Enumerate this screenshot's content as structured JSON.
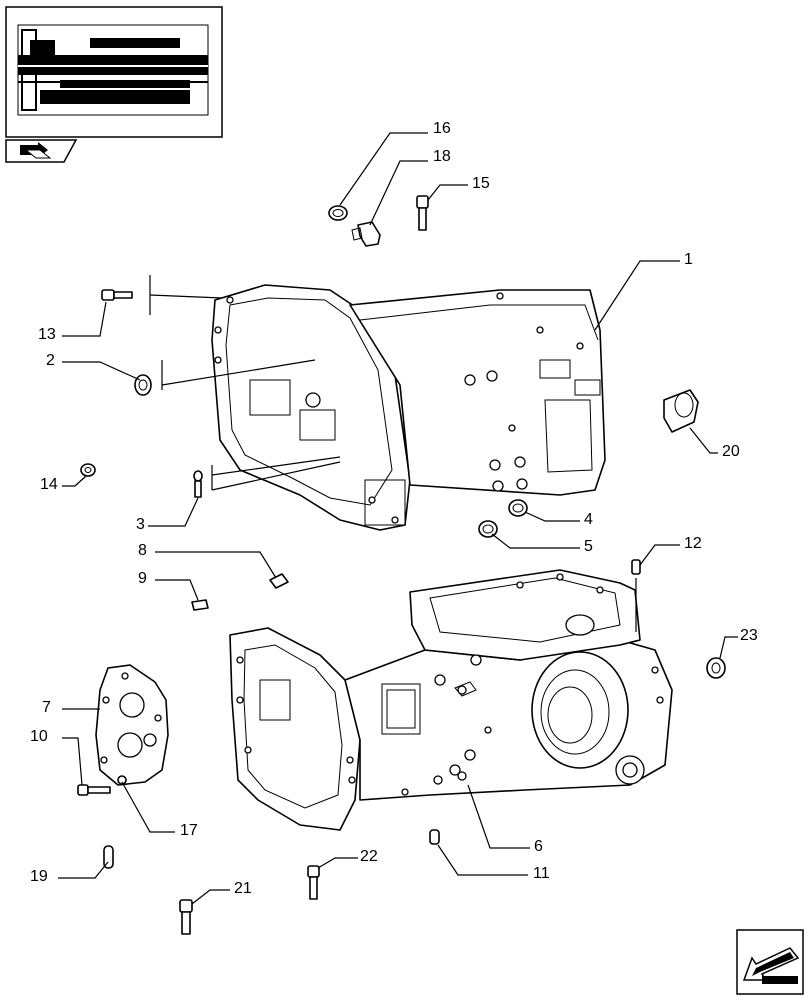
{
  "callouts": [
    {
      "id": "c16",
      "label": "16"
    },
    {
      "id": "c18",
      "label": "18"
    },
    {
      "id": "c15",
      "label": "15"
    },
    {
      "id": "c1",
      "label": "1"
    },
    {
      "id": "c13",
      "label": "13"
    },
    {
      "id": "c2",
      "label": "2"
    },
    {
      "id": "c20",
      "label": "20"
    },
    {
      "id": "c14",
      "label": "14"
    },
    {
      "id": "c3",
      "label": "3"
    },
    {
      "id": "c4",
      "label": "4"
    },
    {
      "id": "c5",
      "label": "5"
    },
    {
      "id": "c8",
      "label": "8"
    },
    {
      "id": "c12",
      "label": "12"
    },
    {
      "id": "c9",
      "label": "9"
    },
    {
      "id": "c23",
      "label": "23"
    },
    {
      "id": "c7",
      "label": "7"
    },
    {
      "id": "c10",
      "label": "10"
    },
    {
      "id": "c17",
      "label": "17"
    },
    {
      "id": "c6",
      "label": "6"
    },
    {
      "id": "c22",
      "label": "22"
    },
    {
      "id": "c11",
      "label": "11"
    },
    {
      "id": "c19",
      "label": "19"
    },
    {
      "id": "c21",
      "label": "21"
    }
  ],
  "icons": {
    "thumbnail": "transmission-section-thumbnail-icon",
    "nav_small": "exploded-view-arrow-icon",
    "nav_large": "next-page-arrow-icon"
  }
}
